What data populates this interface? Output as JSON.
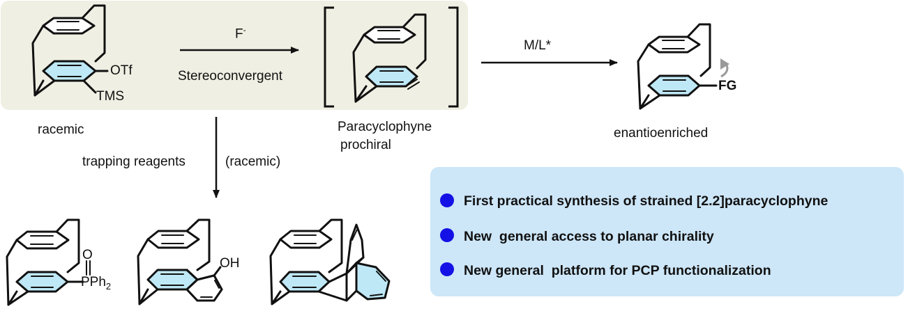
{
  "reaction": {
    "reagent_f": "F",
    "reagent_f_charge": "-",
    "stereo_label": "Stereoconvergent",
    "racemic_label": "racemic",
    "intermediate_label_1": "Paracyclophyne",
    "intermediate_label_2": "prochiral",
    "catalyst_label": "M/L*",
    "product_label": "enantioenriched",
    "trapping_label": "trapping reagents",
    "trapping_racemic": "(racemic)"
  },
  "substituents": {
    "otf": "OTf",
    "tms": "TMS",
    "fg": "FG",
    "oxygen": "O",
    "pph2": "PPh",
    "pph2_sub": "2",
    "oh": "OH"
  },
  "highlights": [
    "First practical synthesis of strained [2.2]paracyclophyne",
    "New  general access to planar chirality",
    "New general  platform for PCP functionalization"
  ],
  "colors": {
    "panel_bg": "#f0efe3",
    "info_bg": "#cde6f8",
    "ring_fill": "#bfe8f6",
    "bullet": "#1411e6"
  }
}
